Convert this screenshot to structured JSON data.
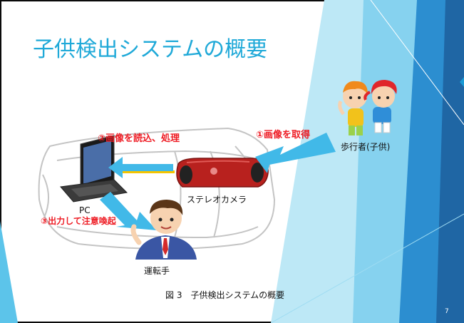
{
  "slide": {
    "title": "子供検出システムの概要",
    "page_number": "7",
    "caption": "図 3　子供検出システムの概要",
    "colors": {
      "title": "#1fa9d8",
      "accent": "#ee1c24",
      "arrow": "#41b9e8",
      "frame": "#0a0a0a"
    }
  },
  "diagram": {
    "step1": "①画像を取得",
    "step2": "②画像を読込、処理",
    "step3": "③出力して注意喚起",
    "label_pedestrian": "歩行者(子供)",
    "label_camera": "ステレオカメラ",
    "label_pc": "PC",
    "label_driver": "運転手",
    "icons": [
      "car-outline-icon",
      "laptop-icon",
      "stereo-camera-icon",
      "children-icon",
      "driver-icon"
    ]
  }
}
